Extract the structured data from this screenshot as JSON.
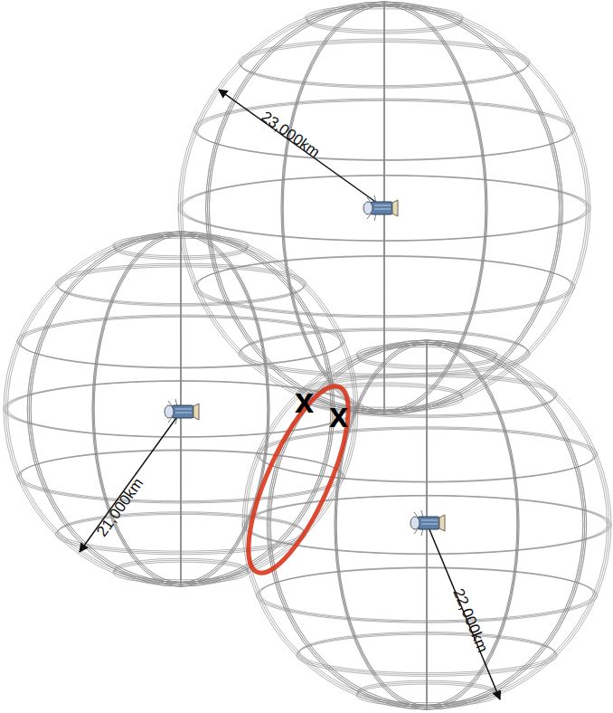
{
  "diagram": {
    "labels": [
      "23,000km",
      "21,000km",
      "22,000km",
      "x",
      "x"
    ]
  }
}
